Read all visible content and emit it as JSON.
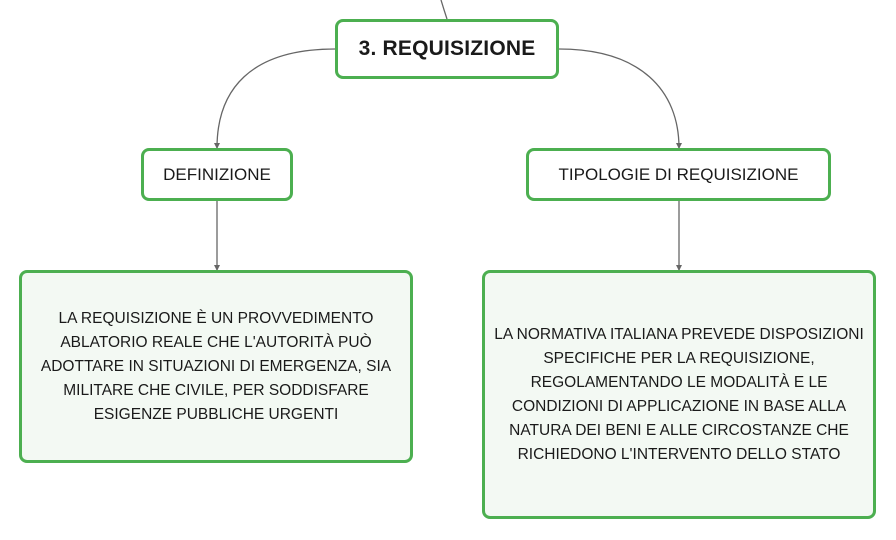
{
  "root": {
    "label": "3. REQUISIZIONE"
  },
  "branches": [
    {
      "label": "DEFINIZIONE",
      "detail": "LA REQUISIZIONE È UN PROVVEDIMENTO ABLATORIO REALE CHE L'AUTORITÀ PUÒ ADOTTARE IN SITUAZIONI DI EMERGENZA, SIA MILITARE CHE CIVILE, PER SODDISFARE ESIGENZE PUBBLICHE URGENTI"
    },
    {
      "label": "TIPOLOGIE DI REQUISIZIONE",
      "detail": "LA NORMATIVA ITALIANA PREVEDE DISPOSIZIONI SPECIFICHE PER LA REQUISIZIONE, REGOLAMENTANDO LE MODALITÀ E LE CONDIZIONI DI APPLICAZIONE IN BASE ALLA NATURA DEI BENI E ALLE CIRCOSTANZE CHE RICHIEDONO L'INTERVENTO DELLO STATO"
    }
  ],
  "colors": {
    "node_border": "#4caf50",
    "detail_fill": "#f3f9f3",
    "connector": "#666666"
  }
}
